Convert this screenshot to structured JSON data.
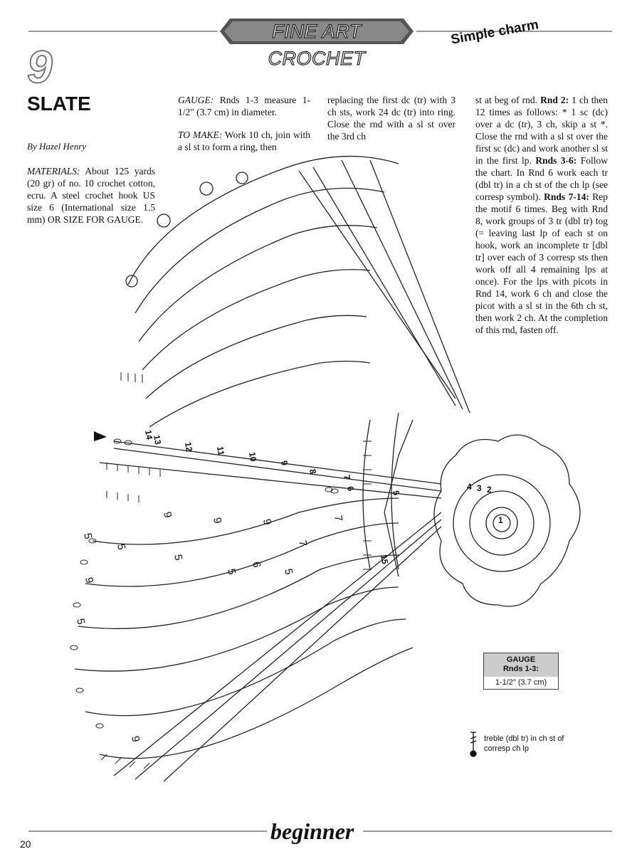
{
  "header": {
    "banner": "FINE ART CROCHET",
    "tag": "Simple charm"
  },
  "pattern": {
    "number": "9",
    "title": "SLATE",
    "byline": "By Hazel Henry"
  },
  "materials": {
    "label": "MATERIALS:",
    "text": "About 125 yards (20 gr) of no. 10 crochet cotton, ecru. A steel crochet hook US size 6 (International size 1.5 mm) OR SIZE FOR GAUGE."
  },
  "gauge_para": {
    "label": "GAUGE:",
    "text": "Rnds 1-3 measure 1-1/2\" (3.7 cm) in diameter."
  },
  "to_make": {
    "label": "TO MAKE:",
    "text": "Work 10 ch, join with a sl st to form a ring, then"
  },
  "col3": {
    "text": "replacing the first dc (tr) with 3 ch sts, work 24 dc (tr) into ring. Close the rnd with a sl st over the 3rd ch"
  },
  "col4": {
    "t1": "st at beg of rnd. ",
    "b1": "Rnd 2:",
    "t2": " 1 ch then 12 times as follows: * 1 sc (dc) over a dc (tr), 3 ch, skip a st *. Close the rnd with a sl st over the first sc (dc) and work another sl st in the first lp. ",
    "b2": "Rnds 3-6:",
    "t3": " Follow the chart. In Rnd 6 work each tr (dbl tr) in a ch st of the ch lp (see corresp symbol). ",
    "b3": "Rnds 7-14:",
    "t4": " Rep the motif 6 times. Beg with Rnd 8, work groups of 3 tr (dbl tr) tog (= leaving last lp of each st on hook, work an incomplete tr [dbl tr] over each of 3 corresp sts then work off all 4 remaining lps at once). For the lps with picots in Rnd 14, work 6 ch and close the picot with a sl st in the 6th ch st, then work 2 ch. At the completion of this rnd, fasten off."
  },
  "gauge_box": {
    "title": "GAUGE",
    "subtitle": "Rnds 1-3:",
    "value": "1-1/2\" (3.7 cm)"
  },
  "legend": {
    "text": "treble (dbl tr) in ch st of corresp ch lp"
  },
  "chart_labels": {
    "r14": "14",
    "r13": "13",
    "r12": "12",
    "r11": "11",
    "r10": "10",
    "r9": "9",
    "r8": "8",
    "r7": "7",
    "r6": "6",
    "r5": "5",
    "r15": "15",
    "r4": "4",
    "r3": "3",
    "r2": "2",
    "r1": "1",
    "n9": "9",
    "n5": "5",
    "n6": "6",
    "n7": "7"
  },
  "footer": {
    "label": "beginner",
    "page": "20"
  }
}
